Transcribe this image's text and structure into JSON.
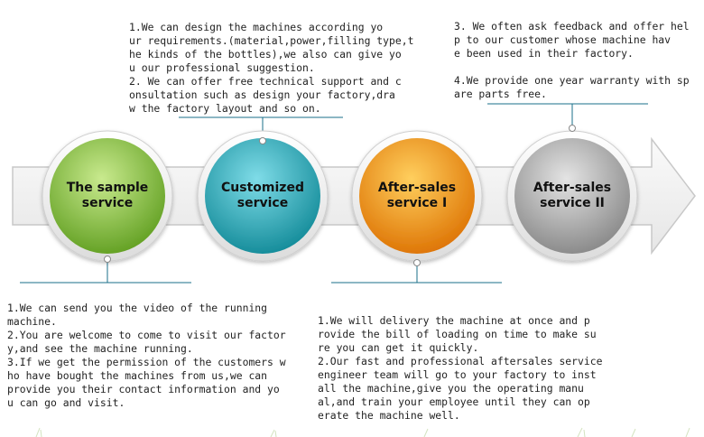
{
  "stages": [
    {
      "id": "sample",
      "label": "The sample\nservice",
      "color_light": "#b8e07a",
      "color_dark": "#5e9d1e"
    },
    {
      "id": "customized",
      "label": "Customized\nservice",
      "color_light": "#6fd3e0",
      "color_dark": "#11909f"
    },
    {
      "id": "after1",
      "label": "After-sales\nservice I",
      "color_light": "#ffc24a",
      "color_dark": "#e07a00"
    },
    {
      "id": "after2",
      "label": "After-sales\nservice II",
      "color_light": "#d6d6d6",
      "color_dark": "#8a8a8a"
    }
  ],
  "notes": {
    "customized": "1.We can design the machines according yo\nur requirements.(material,power,filling type,t\nhe kinds of the bottles),we also can give yo\nu our professional suggestion.\n2. We can offer free technical support and c\nonsultation such as design your factory,dra\nw the factory layout and so on.",
    "after2": "3. We often ask feedback and offer hel\np to our customer whose machine hav\ne been used in their factory.\n\n4.We provide one year warranty with sp\nare parts free.",
    "sample": "1.We can send you the video of the running\nmachine.\n2.You are welcome to come to visit our factor\ny,and see the machine running.\n3.If we get the permission of the customers w\nho have bought the machines from us,we can\nprovide you their contact information and yo\nu can go and visit.",
    "after1": "1.We will delivery the machine at once and p\nrovide the bill of loading on time to make su\nre you can get it quickly.\n2.Our fast and professional aftersales service\nengineer team will go to your factory to inst\nall the machine,give you the operating manu\nal,and train your employee until they can op\nerate the machine well."
  },
  "colors": {
    "arrow_fill": "#f1f1f1",
    "arrow_stroke": "#c8c8c8",
    "connector": "#1a6f8a"
  }
}
